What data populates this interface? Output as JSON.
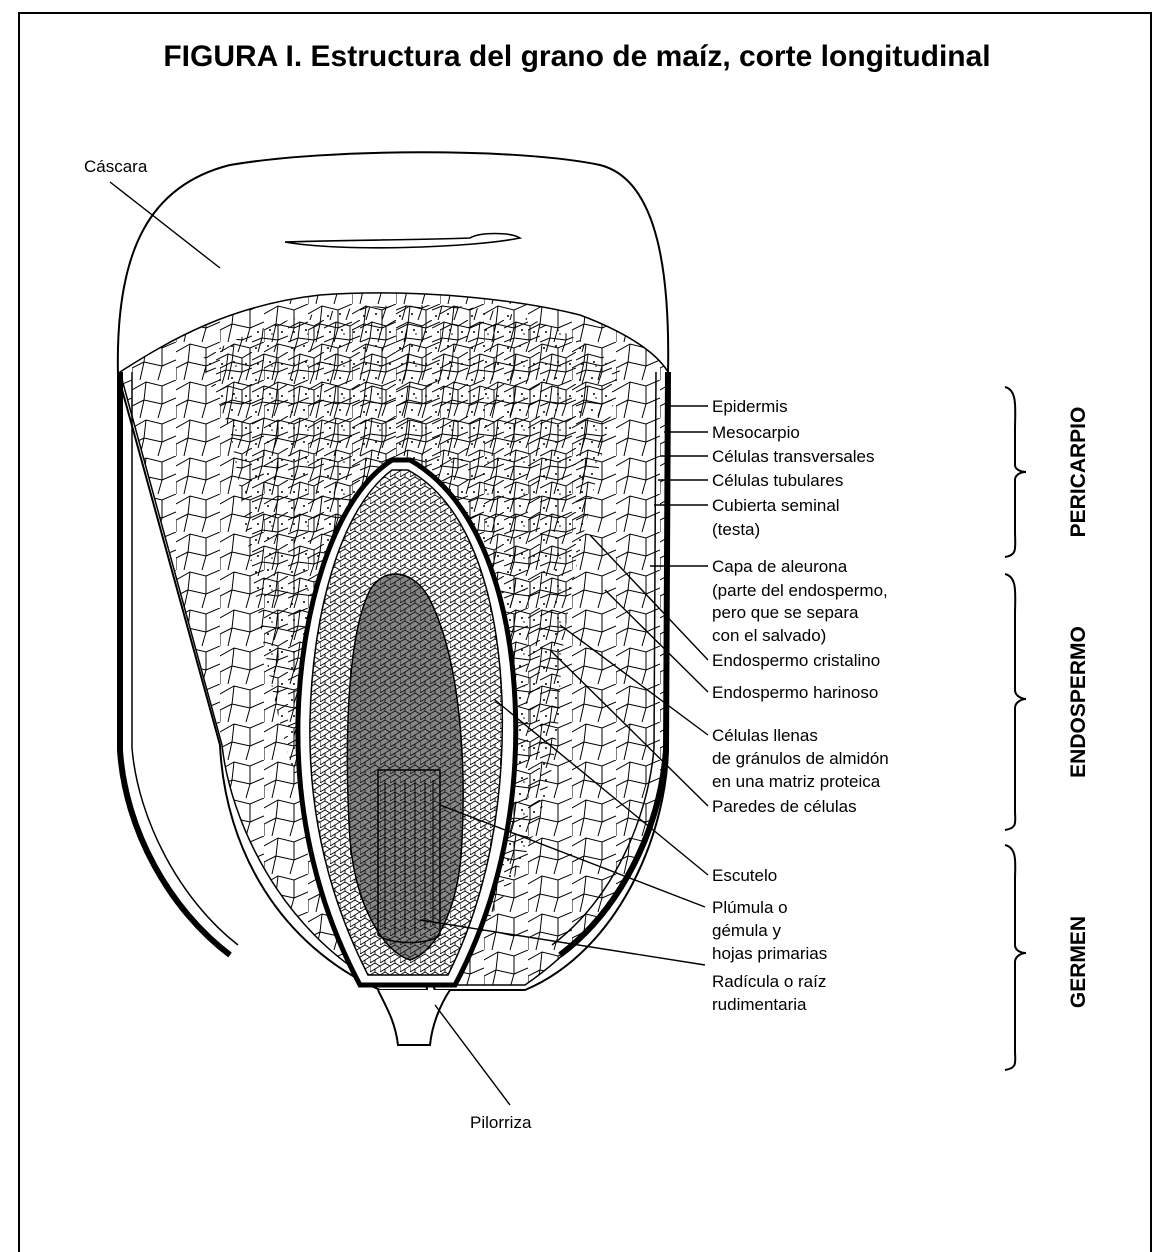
{
  "title": "FIGURA I. Estructura del grano de maíz, corte longitudinal",
  "labels": {
    "cascara": "Cáscara",
    "pilorriza": "Pilorriza",
    "epidermis": "Epidermis",
    "mesocarpio": "Mesocarpio",
    "celulas_transversales": "Células transversales",
    "celulas_tubulares": "Células tubulares",
    "cubierta_seminal": "Cubierta seminal",
    "testa": "(testa)",
    "capa_aleurona": "Capa de aleurona",
    "aleurona_nota_1": "(parte del endospermo,",
    "aleurona_nota_2": "pero que se separa",
    "aleurona_nota_3": "con el salvado)",
    "endospermo_cristalino": "Endospermo cristalino",
    "endospermo_harinoso": "Endospermo harinoso",
    "celulas_llenas_1": "Células llenas",
    "celulas_llenas_2": "de gránulos de almidón",
    "celulas_llenas_3": "en una matriz proteica",
    "paredes_celulas": "Paredes de células",
    "escutelo": "Escutelo",
    "plumula_1": "Plúmula o",
    "plumula_2": "gémula y",
    "plumula_3": "hojas primarias",
    "radicula_1": "Radícula o raíz",
    "radicula_2": "rudimentaria"
  },
  "groups": {
    "pericarpio": "PERICARPIO",
    "endospermo": "ENDOSPERMO",
    "germen": "GERMEN"
  }
}
